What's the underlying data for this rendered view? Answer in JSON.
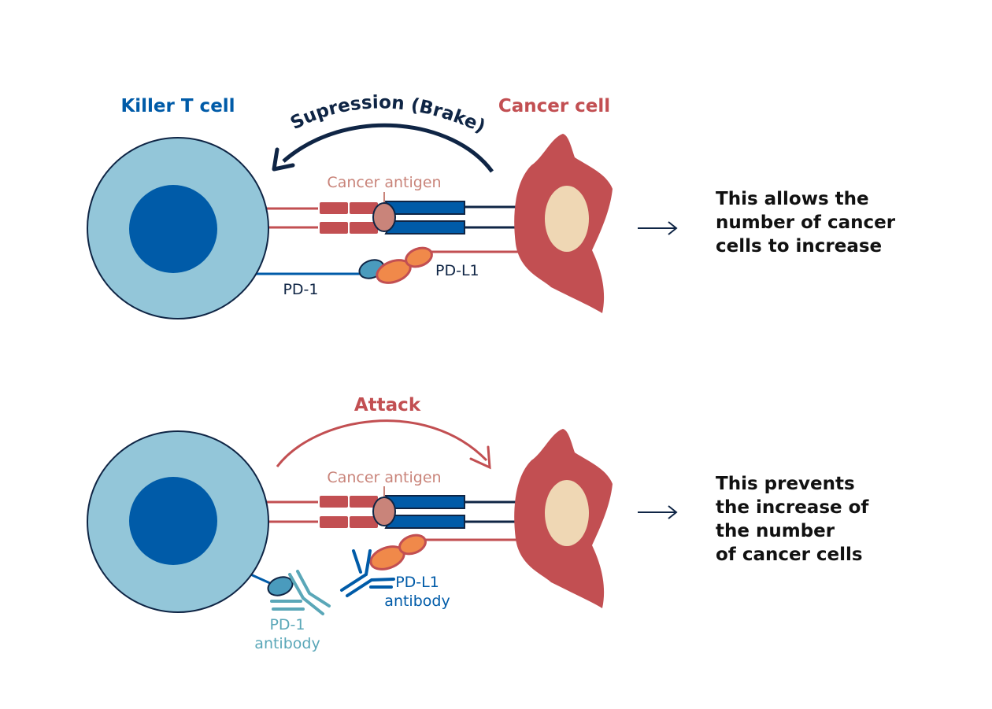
{
  "colors": {
    "t_cell_outer": "#93c6d9",
    "t_cell_nucleus": "#005ba8",
    "t_cell_label": "#005ba8",
    "cancer_cell": "#c24f52",
    "cancer_nucleus": "#efd7b4",
    "antigen": "#c9847a",
    "receptor_red": "#c24f52",
    "receptor_blue": "#005ba8",
    "pd1": "#4a9bbd",
    "pdl1": "#f0894a",
    "pd1_antibody": "#5aa7b8",
    "pdl1_antibody": "#005ba8",
    "dark_navy": "#0f2545",
    "attack": "#c24f52"
  },
  "labels": {
    "killer_t_cell": "Killer T cell",
    "cancer_cell": "Cancer cell",
    "suppression": "Supression (Brake)",
    "cancer_antigen": "Cancer antigen",
    "pd1": "PD-1",
    "pdl1": "PD-L1",
    "attack": "Attack",
    "pd1_antibody_line1": "PD-1",
    "pd1_antibody_line2": "antibody",
    "pdl1_antibody_line1": "PD-L1",
    "pdl1_antibody_line2": "antibody"
  },
  "results": {
    "top": [
      "This allows the",
      "number of cancer",
      "cells to increase"
    ],
    "bottom": [
      "This prevents",
      "the increase of",
      "the number",
      "of cancer cells"
    ]
  }
}
